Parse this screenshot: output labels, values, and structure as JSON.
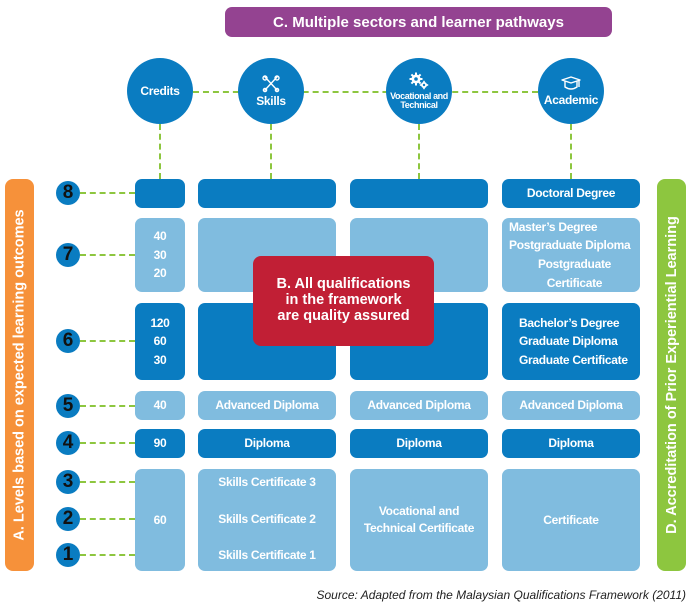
{
  "banner_c": "C. Multiple sectors and learner pathways",
  "banner_a": "A. Levels based on expected learning outcomes",
  "banner_d": "D. Accreditation of Prior Experiential Learning",
  "quality_box": {
    "line1": "B. All qualifications",
    "line2": "in the framework",
    "line3": "are quality assured"
  },
  "columns": [
    {
      "label": "Credits",
      "icon": null
    },
    {
      "label": "Skills",
      "icon": "tools-icon"
    },
    {
      "label_line1": "Vocational and",
      "label_line2": "Technical",
      "icon": "gears-icon"
    },
    {
      "label": "Academic",
      "icon": "graduation-cap-icon"
    }
  ],
  "levels": [
    "8",
    "7",
    "6",
    "5",
    "4",
    "3",
    "2",
    "1"
  ],
  "credits": {
    "level8": "",
    "level7": [
      "40",
      "30",
      "20"
    ],
    "level6": [
      "120",
      "60",
      "30"
    ],
    "level5": "40",
    "level4": "90",
    "level1to3": "60"
  },
  "skills": {
    "level5": "Advanced Diploma",
    "level4": "Diploma",
    "level3": "Skills Certificate 3",
    "level2": "Skills Certificate 2",
    "level1": "Skills Certificate 1"
  },
  "vocational": {
    "level5": "Advanced Diploma",
    "level4": "Diploma",
    "level1to3_line1": "Vocational and",
    "level1to3_line2": "Technical Certificate"
  },
  "academic": {
    "level8": "Doctoral Degree",
    "level7": [
      "Master’s Degree",
      "Postgraduate Diploma",
      "Postgraduate Certificate"
    ],
    "level6": [
      "Bachelor’s Degree",
      "Graduate Diploma",
      "Graduate Certificate"
    ],
    "level5": "Advanced Diploma",
    "level4": "Diploma",
    "level1to3": "Certificate"
  },
  "colors": {
    "purple": "#944391",
    "blue_dark": "#0a7cc1",
    "blue_light": "#80bcdf",
    "orange": "#f6913a",
    "green": "#8dc63f",
    "red": "#c11f35"
  },
  "source": "Source: Adapted from the Malaysian Qualifications Framework (2011)"
}
